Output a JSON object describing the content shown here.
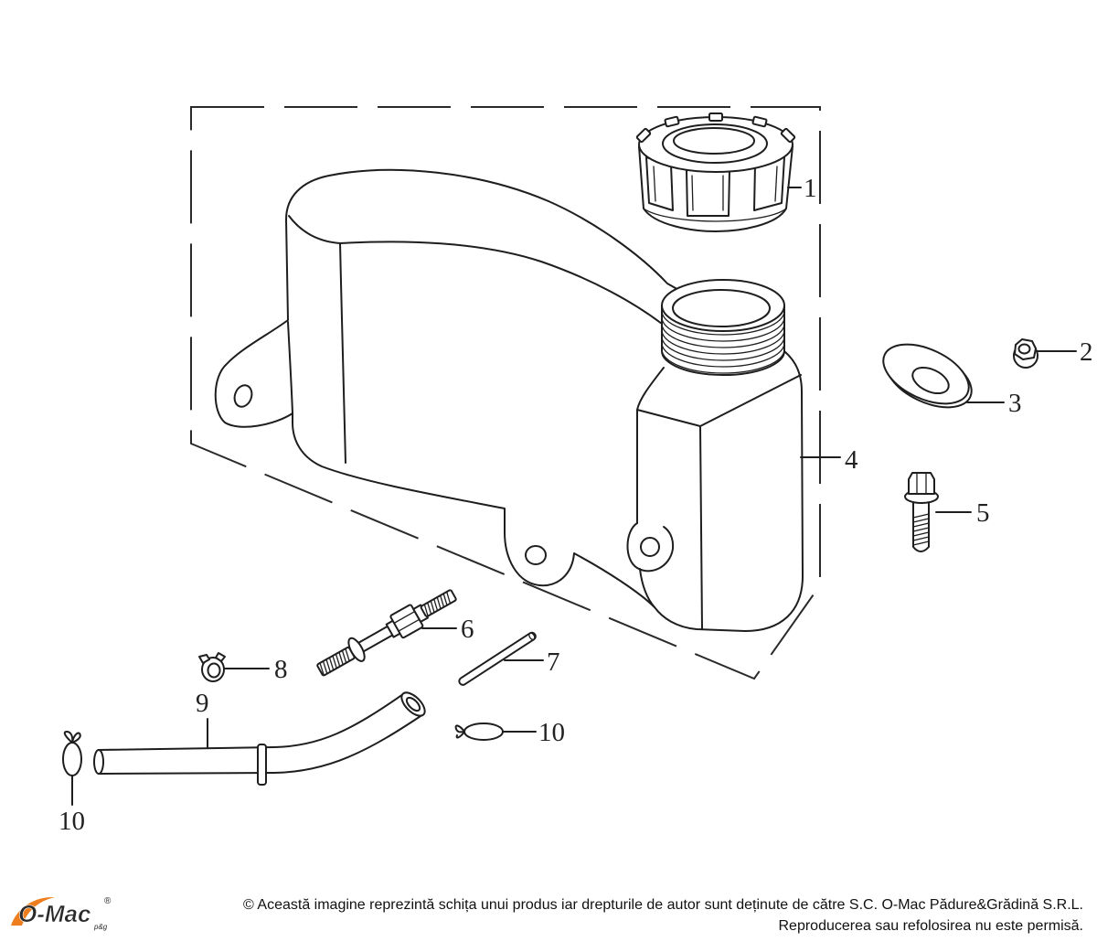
{
  "diagram": {
    "callouts": [
      {
        "label": "1"
      },
      {
        "label": "2"
      },
      {
        "label": "3"
      },
      {
        "label": "4"
      },
      {
        "label": "5"
      },
      {
        "label": "6"
      },
      {
        "label": "7"
      },
      {
        "label": "8"
      },
      {
        "label": "9"
      },
      {
        "label": "10"
      },
      {
        "label": "10"
      }
    ]
  },
  "logo": {
    "name": "O-Mac",
    "registered": "®",
    "suffix": "p&g"
  },
  "footer": {
    "copyright": "© Această imagine reprezintă schița unui produs iar drepturile de autor sunt deținute de către S.C. O-Mac Pădure&Grădină S.R.L.",
    "notice": "Reproducerea sau refolosirea nu este permisă."
  },
  "colors": {
    "line": "#1e1e1e",
    "background": "#ffffff",
    "logo_accent": "#ee7d1d",
    "logo_text": "#2a2a2a"
  }
}
